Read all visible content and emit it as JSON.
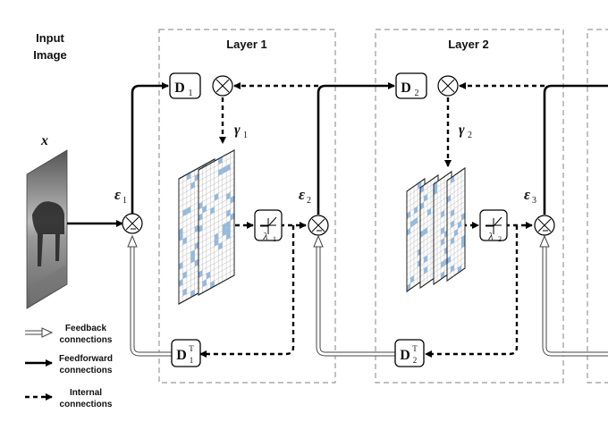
{
  "input": {
    "title_line1": "Input",
    "title_line2": "Image",
    "var": "x"
  },
  "layers": [
    {
      "title": "Layer 1",
      "dict": "D",
      "sub": "1",
      "gamma": "γ",
      "lambda": "λ",
      "error": "ε",
      "error_sub": "1",
      "transpose_sup": "T"
    },
    {
      "title": "Layer 2",
      "dict": "D",
      "sub": "2",
      "gamma": "γ",
      "lambda": "λ",
      "error": "ε",
      "error_sub": "2",
      "transpose_sup": "T"
    }
  ],
  "error3": {
    "symbol": "ε",
    "sub": "3"
  },
  "legend": {
    "feedback": [
      "Feedback",
      "connections"
    ],
    "feedforward": [
      "Feedforward",
      "connections"
    ],
    "internal": [
      "Internal",
      "connections"
    ]
  },
  "colors": {
    "map_cell": "#8fbbe6",
    "grid": "#bbbbbb",
    "layer_border": "#999999",
    "line": "#000000"
  },
  "icons": [
    "multiply-circle-icon",
    "subtract-circle-icon",
    "threshold-icon",
    "arrow-icon"
  ]
}
